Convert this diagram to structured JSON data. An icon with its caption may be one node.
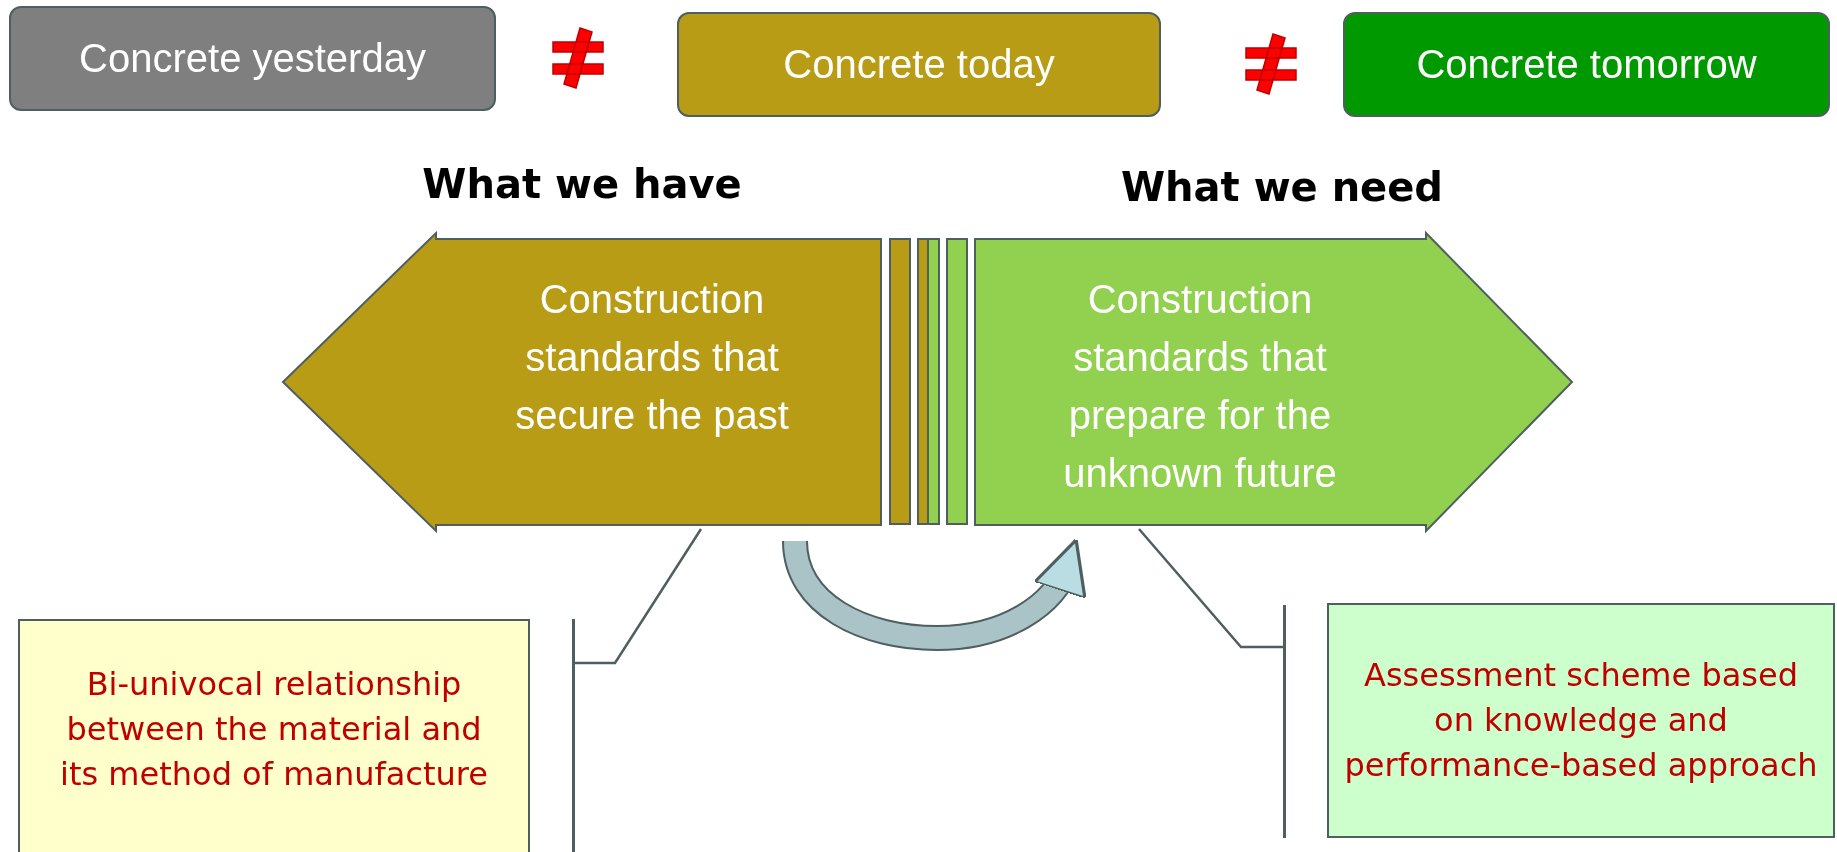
{
  "diagram": {
    "nodes": [
      {
        "text": [
          "Concrete yesterday"
        ]
      },
      {
        "text": [
          "Concrete today"
        ]
      },
      {
        "text": [
          "Concrete tomorrow"
        ]
      },
      {
        "text": [
          "Construction standards that secure the past"
        ]
      },
      {
        "text": [
          "Construction standards that prepare for the unknown future"
        ]
      },
      {
        "text": [],
        "shape": "bar"
      },
      {
        "text": [
          "Bi-univocal relationship between the material and its method of manufacture"
        ]
      },
      {
        "text": [],
        "shape": "bar"
      },
      {
        "text": [
          "Assessment scheme based on knowledge and performance-based approach"
        ]
      }
    ],
    "edges": [
      {
        "from": 3,
        "to": 5,
        "arrow": "none"
      },
      {
        "from": 4,
        "to": 7,
        "arrow": "none"
      },
      {
        "from": 3,
        "to": 4,
        "arrow": "to",
        "style": "thick",
        "color": "#a9c3c6"
      }
    ],
    "labels": [
      "What we have",
      "What we need"
    ]
  }
}
